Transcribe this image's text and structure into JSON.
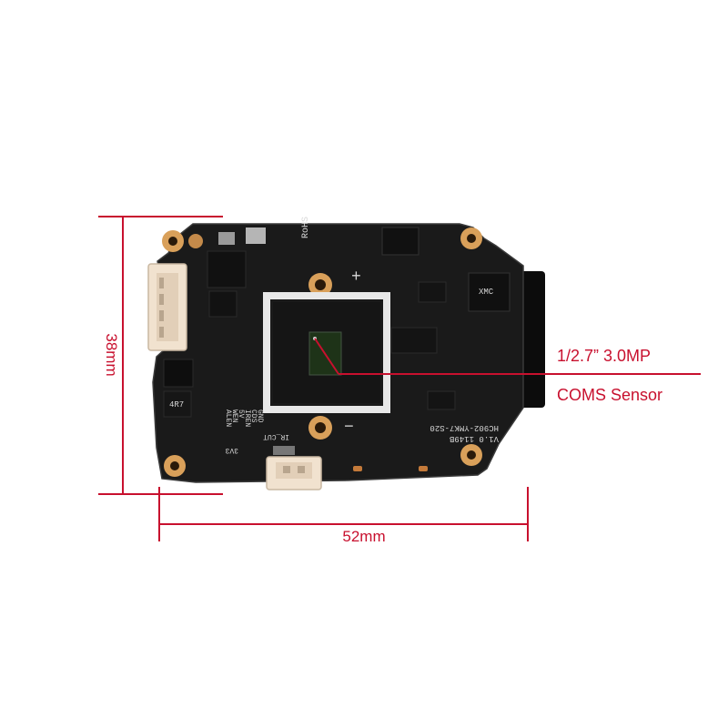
{
  "dimensions": {
    "width_label": "52mm",
    "height_label": "38mm"
  },
  "sensor": {
    "line1": "1/2.7” 3.0MP",
    "line2": "COMS Sensor"
  },
  "board": {
    "model_label": "HC902-YMK7-S20",
    "version_label": "V1.0 1149B",
    "rohs_label": "RoHS",
    "chip_label": "XMC",
    "inductor_label": "4R7",
    "pin_labels": [
      "GND",
      "CDS",
      "IREN",
      "5V",
      "WEN",
      "ALEN"
    ],
    "ir_cut_label": "IR_CUT",
    "voltage_label": "3V3",
    "plus_label": "+",
    "minus_label": "−",
    "colors": {
      "pcb": "#1a1a1a",
      "pad": "#d9a05a",
      "connector": "#f1e2cf",
      "annotation": "#c8102e"
    }
  }
}
